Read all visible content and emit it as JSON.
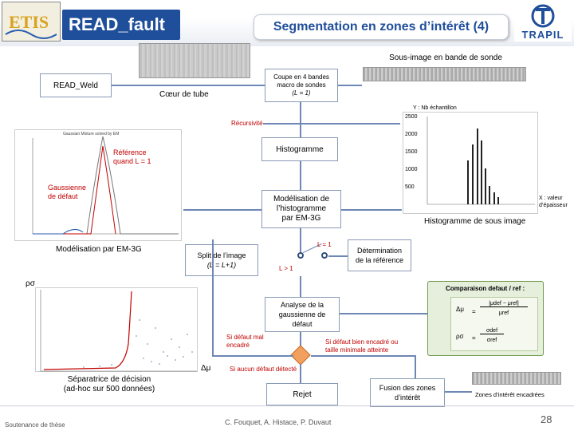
{
  "header": {
    "left_title": "READ_fault",
    "main_title": "Segmentation en zones d’intérêt (4)",
    "logo_right_text": "TRAPIL"
  },
  "labels": {
    "sous_image": "Sous-image en bande de sonde",
    "read_weld": "READ_Weld",
    "coeur_tube": "Cœur de tube",
    "coupe_line1": "Coupe en 4 bandes",
    "coupe_line2": "macro de sondes",
    "coupe_line3": "(L = 1)",
    "y_axis_note": "Y : Nb échantillon",
    "recursivite": "Récursivité",
    "histogramme": "Histogramme",
    "reference_l1": "Référence",
    "reference_l2": "quand L = 1",
    "gaussienne_l1": "Gaussienne",
    "gaussienne_l2": "de défaut",
    "modelisation_l1": "Modélisation de",
    "modelisation_l2": "l’histogramme",
    "modelisation_l3": "par EM-3G",
    "x_axis_note_l1": "X : valeur",
    "x_axis_note_l2": "d’épaisseur",
    "histo_sous_image": "Histogramme de sous image",
    "modelisation_em3g": "Modélisation par EM-3G",
    "split_l1": "Split de l’image",
    "split_l2": "(L = L+1)",
    "l_eq_1": "L = 1",
    "l_gt_1": "L > 1",
    "determination_l1": "Détermination",
    "determination_l2": "de la référence",
    "rho_sigma": "ρσ",
    "comparaison_title": "Comparaison defaut / ref :",
    "formula_dmu_lhs": "Δμ",
    "formula_dmu_num": "|μdef − μref|",
    "formula_dmu_den": "μref",
    "formula_rho_lhs": "ρσ",
    "formula_rho_num": "σdef",
    "formula_rho_den": "σref",
    "analyse_l1": "Analyse de la",
    "analyse_l2": "gaussienne de",
    "analyse_l3": "défaut",
    "si_mal_l1": "Si défaut mal",
    "si_mal_l2": "encadré",
    "si_bien_l1": "Si défaut bien encadré ou",
    "si_bien_l2": "taille minimale atteinte",
    "delta_mu": "Δμ",
    "si_aucun": "Si aucun défaut détecté",
    "separatrice_l1": "Séparatrice de décision",
    "separatrice_l2": "(ad-hoc sur 500 données)",
    "rejet": "Rejet",
    "fusion_l1": "Fusion des zones",
    "fusion_l2": "d’intérêt",
    "zones_encadrees": "Zones d’intérêt encadrées",
    "gauss_plot_title": "Gaussian Mixture solved by EM"
  },
  "footer": {
    "left": "Soutenance de thèse",
    "center": "C. Fouquet, A. Histace, P. Duvaut",
    "page_number": "28"
  },
  "histogram_axis": {
    "y_ticks": [
      "2500",
      "2000",
      "1500",
      "1000",
      "500"
    ]
  },
  "colors": {
    "accent_blue": "#1f4e9a",
    "box_border": "#8a9ab5",
    "decision_orange": "#f1a05e",
    "formula_green": "#e5efdc",
    "highlight_red": "#c00000"
  }
}
